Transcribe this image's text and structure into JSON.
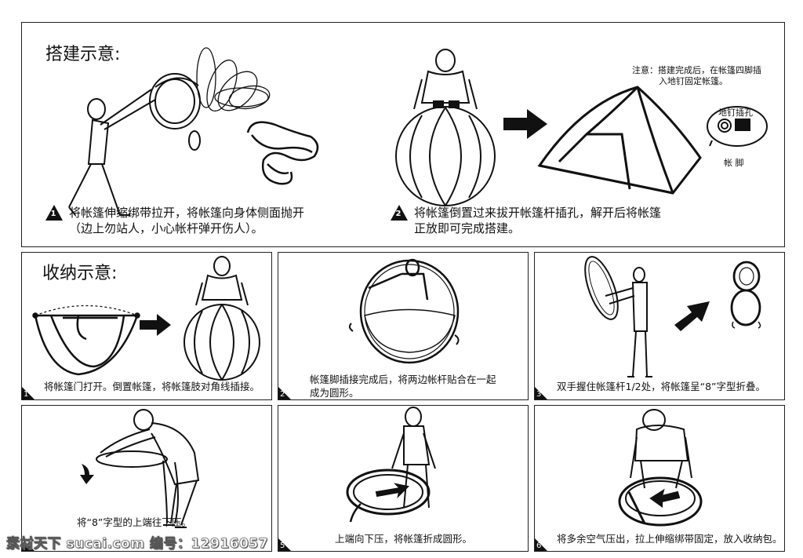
{
  "setup": {
    "title": "搭建示意:",
    "step1_num": "1",
    "step1_line1": "将帐篷伸缩绑带拉开，将帐篷向身体侧面抛开",
    "step1_line2": "（边上勿站人，小心帐杆弹开伤人）。",
    "step2_num": "2",
    "step2_line1": "将帐篷倒置过来拔开帐篷杆插孔，解开后将帐篷",
    "step2_line2": "正放即可完成搭建。",
    "note_line1": "注意：搭建完成后，在帐篷四脚插",
    "note_line2": "入地钉固定帐篷。",
    "label_hole": "地钉插孔",
    "label_foot": "帐 脚"
  },
  "fold": {
    "title": "收纳示意:",
    "steps": [
      {
        "num": "1",
        "text": "将帐篷门打开。倒置帐篷，将帐篷肢对角线插接。"
      },
      {
        "num": "2",
        "text": "帐篷脚插接完成后，将两边帐杆贴合在一起",
        "text2": "成为圆形。"
      },
      {
        "num": "3",
        "text": "双手握住帐篷杆1/2处，将帐篷呈“8”字型折叠。"
      },
      {
        "num": "4",
        "text": "将“8”字型的上端往下压。"
      },
      {
        "num": "5",
        "text": "上端向下压，将帐篷折成圆形。"
      },
      {
        "num": "6",
        "text": "将多余空气压出，拉上伸缩绑带固定，放入收纳包。"
      }
    ]
  },
  "watermark": "素材天下 sucai.com  编号：12916057"
}
